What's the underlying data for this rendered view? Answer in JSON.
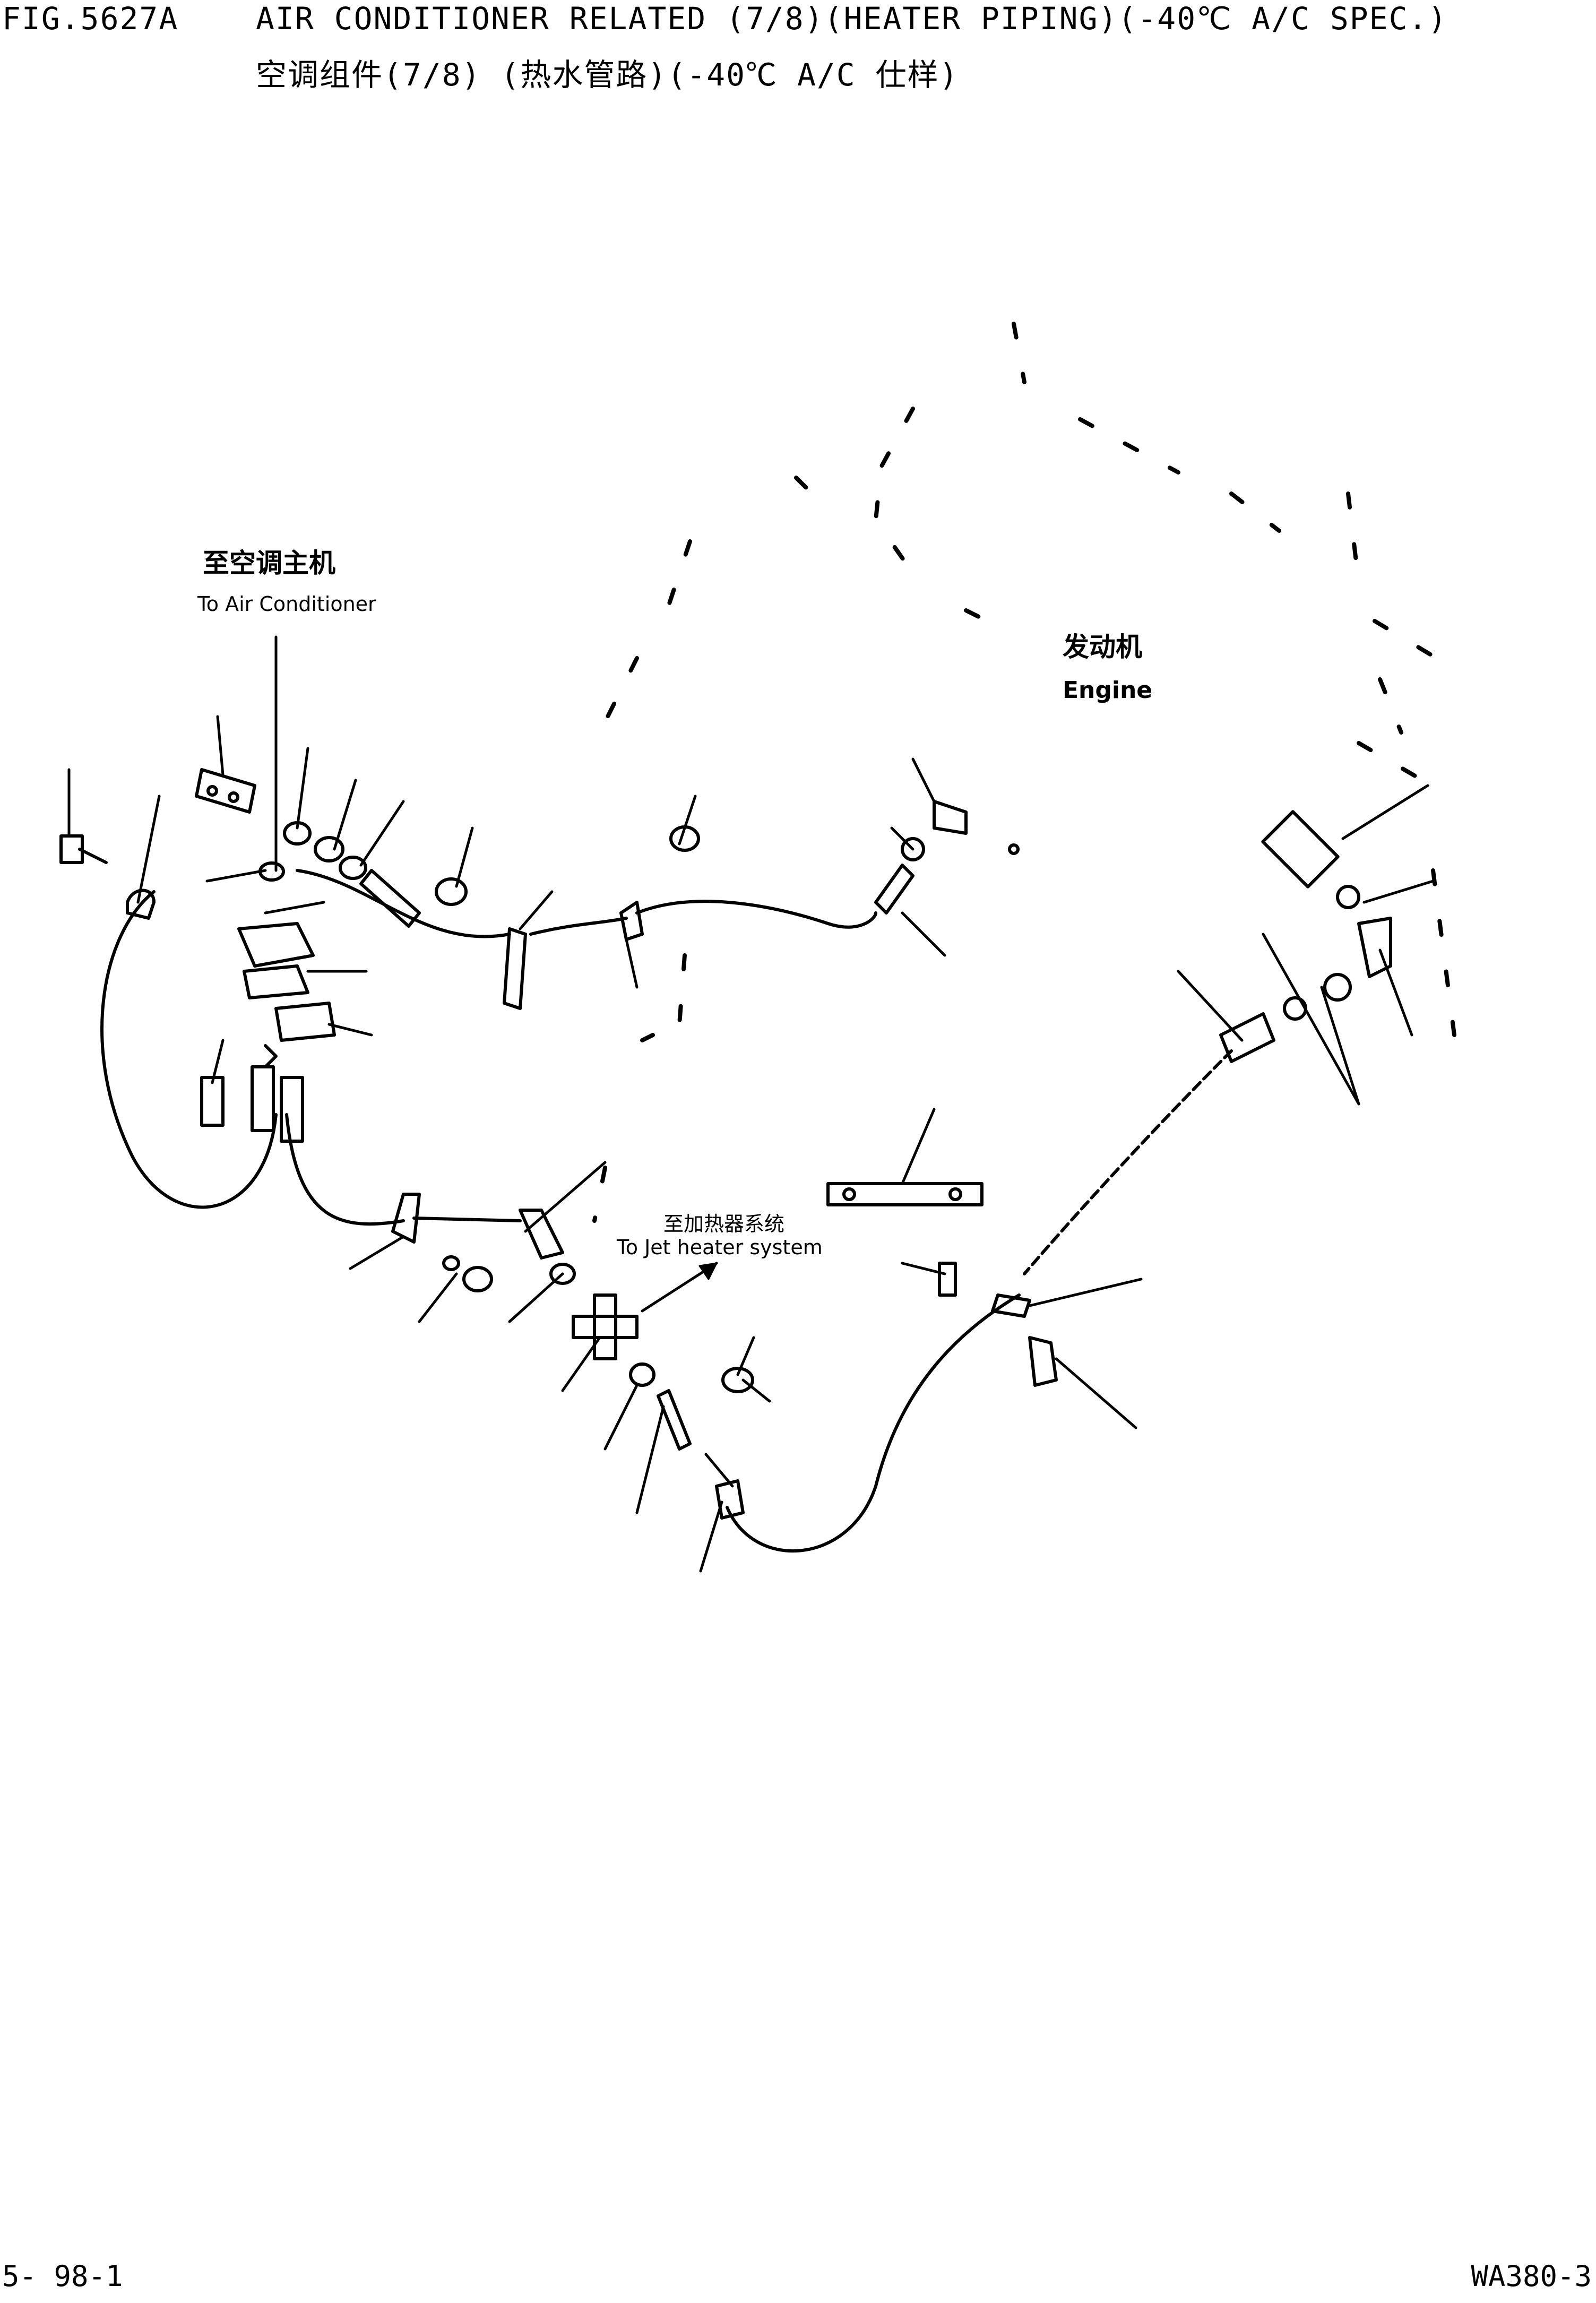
{
  "header": {
    "fig_number": "FIG.5627A",
    "title_en": "AIR CONDITIONER RELATED (7/8)(HEATER PIPING)(-40℃ A/C SPEC.)",
    "title_cn": "空调组件(7/8) (热水管路)(-40℃ A/C 仕样)"
  },
  "labels": {
    "to_ac_cn": "至空调主机",
    "to_ac_en": "To Air Conditioner",
    "engine_cn": "发动机",
    "engine_en": "Engine",
    "jet_cn": "至加热器系统",
    "jet_en": "To Jet heater system"
  },
  "footer": {
    "page_ref": "5- 98-1",
    "model": "WA380-3"
  }
}
